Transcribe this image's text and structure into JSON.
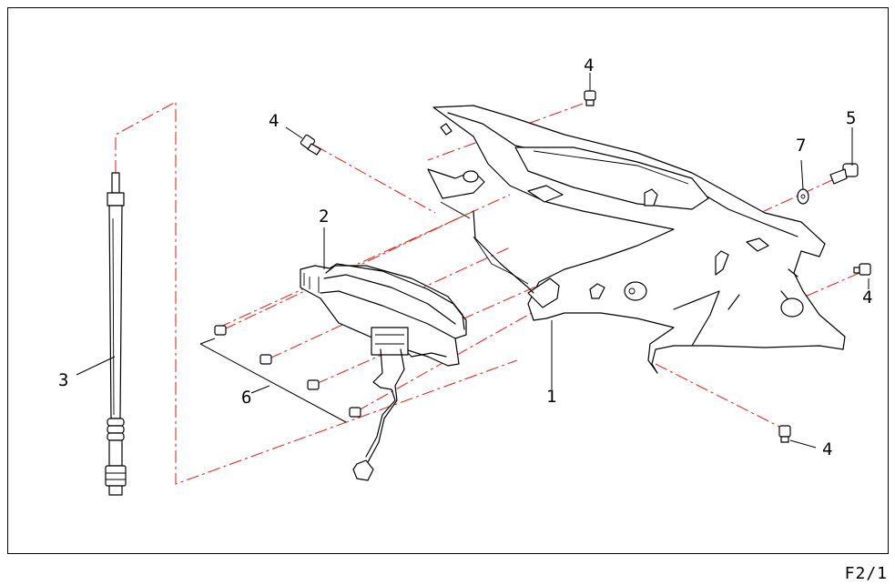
{
  "diagram": {
    "callouts": [
      {
        "id": "c1a",
        "label": "4"
      },
      {
        "id": "c1b",
        "label": "4"
      },
      {
        "id": "c1c",
        "label": "4"
      },
      {
        "id": "c1d",
        "label": "4"
      },
      {
        "id": "c2",
        "label": "5"
      },
      {
        "id": "c3",
        "label": "7"
      },
      {
        "id": "c4",
        "label": "2"
      },
      {
        "id": "c5",
        "label": "3"
      },
      {
        "id": "c6",
        "label": "6"
      },
      {
        "id": "c7",
        "label": "1"
      }
    ],
    "page_ref": "F2/1",
    "colors": {
      "line": "#000000",
      "centerline": "#d8302a",
      "background": "#ffffff"
    }
  }
}
